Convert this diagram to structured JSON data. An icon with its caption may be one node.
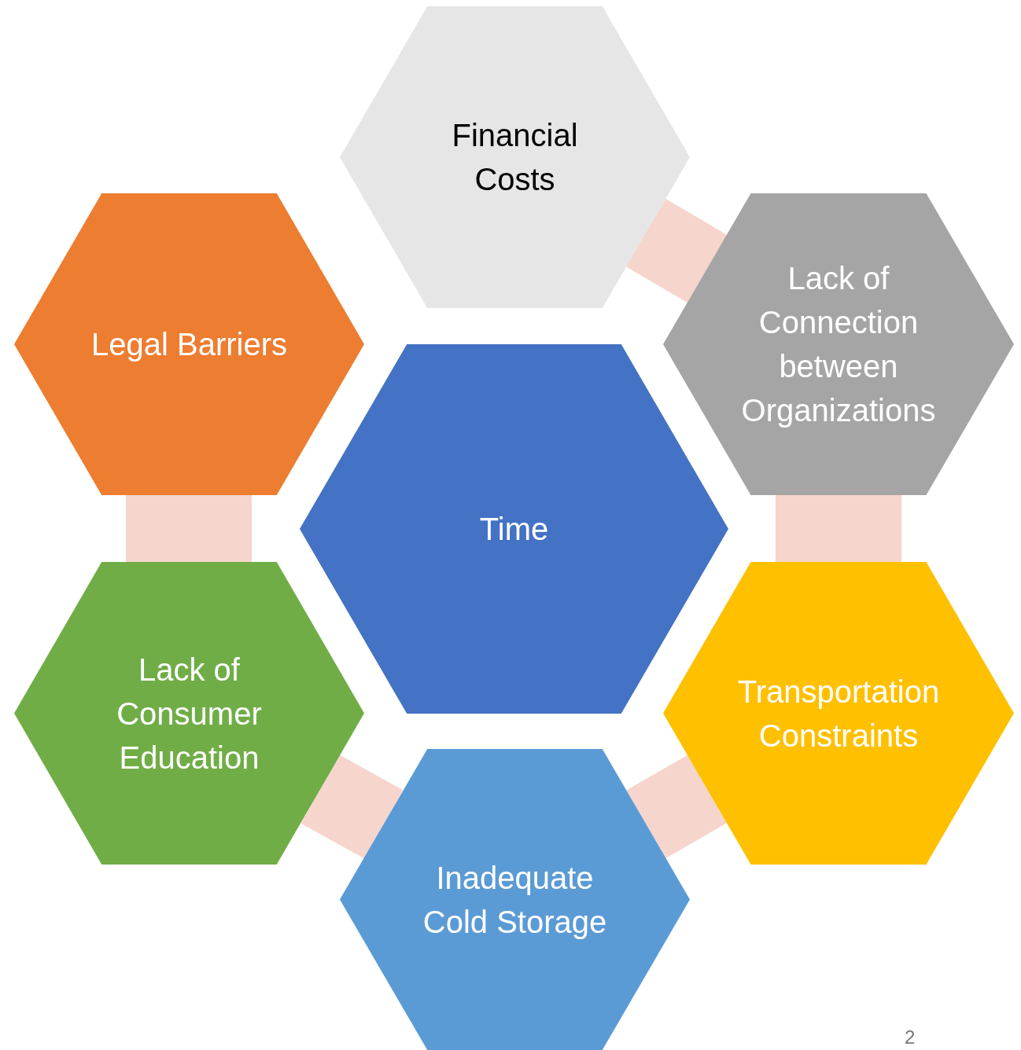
{
  "diagram": {
    "nodes": [
      {
        "text": [
          "Financial Costs"
        ]
      },
      {
        "text": [
          "Legal Barriers"
        ]
      },
      {
        "text": [
          "Lack of Connection between Organizations"
        ]
      },
      {
        "text": [
          "Time"
        ]
      },
      {
        "text": [
          "Lack of Consumer Education"
        ]
      },
      {
        "text": [
          "Transportation Constraints"
        ]
      },
      {
        "text": [
          "Inadequate Cold Storage"
        ]
      }
    ],
    "edges": [
      {
        "from": 0,
        "to": 2,
        "arrow": "none"
      },
      {
        "from": 2,
        "to": 5,
        "arrow": "none"
      },
      {
        "from": 5,
        "to": 6,
        "arrow": "none"
      },
      {
        "from": 6,
        "to": 4,
        "arrow": "none"
      },
      {
        "from": 1,
        "to": 4,
        "arrow": "none"
      }
    ],
    "labels": [
      "2"
    ]
  }
}
